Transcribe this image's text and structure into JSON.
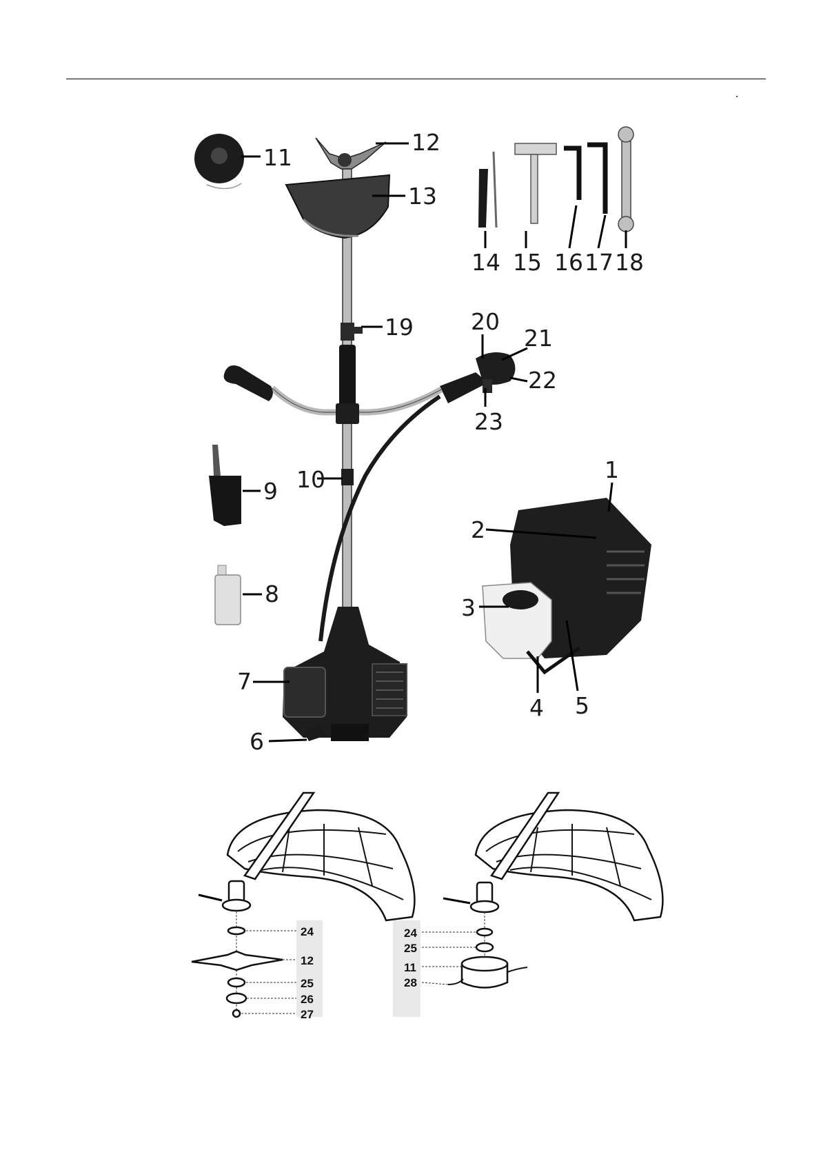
{
  "callouts_top": {
    "c1": "1",
    "c2": "2",
    "c3": "3",
    "c4": "4",
    "c5": "5",
    "c6": "6",
    "c7": "7",
    "c8": "8",
    "c9": "9",
    "c10": "10",
    "c11": "11",
    "c12": "12",
    "c13": "13",
    "c14": "14",
    "c15": "15",
    "c16": "16",
    "c17": "17",
    "c18": "18",
    "c19": "19",
    "c20": "20",
    "c21": "21",
    "c22": "22",
    "c23": "23"
  },
  "assembly_blade": {
    "labels": [
      "24",
      "12",
      "25",
      "26",
      "27"
    ]
  },
  "assembly_head": {
    "labels": [
      "24",
      "25",
      "11",
      "28"
    ]
  }
}
